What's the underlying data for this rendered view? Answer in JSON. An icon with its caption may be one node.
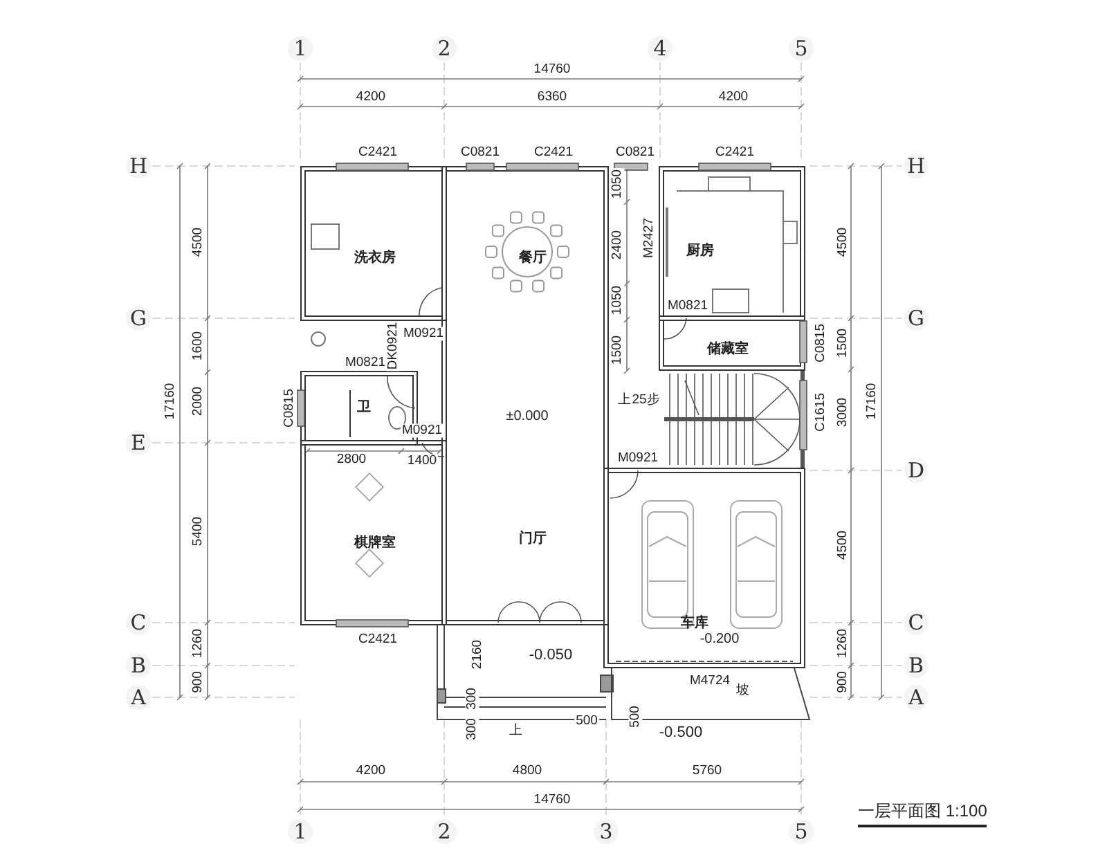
{
  "diagram": {
    "title": "一层平面图 1:100",
    "nodes": [
      {
        "text": [
          "洗衣房"
        ]
      },
      {
        "text": [
          "餐厅",
          "±0.000",
          "门厅"
        ]
      },
      {
        "text": [
          "厨房"
        ]
      },
      {
        "text": [
          "储藏室"
        ]
      },
      {
        "text": [
          "卫"
        ]
      },
      {
        "text": [
          "棋牌室"
        ]
      },
      {
        "text": [
          "车库",
          "-0.200"
        ]
      }
    ],
    "labels": [
      "1",
      "2",
      "4",
      "5",
      "14760",
      "4200",
      "6360",
      "4200",
      "C2421",
      "C0821",
      "C2421",
      "C0821",
      "C2421",
      "H",
      "1050",
      "H",
      "4500",
      "2400",
      "M2427",
      "4500",
      "G",
      "1050",
      "M0821",
      "G",
      "1600",
      "M0821",
      "DK0921",
      "M0921",
      "1500",
      "C0815",
      "1500",
      "17160",
      "2000",
      "C0815",
      "上25步",
      "C1615",
      "3000",
      "17160",
      "E",
      "M0921",
      "2800",
      "1400",
      "M0921",
      "D",
      "5400",
      "4500",
      "C",
      "1260",
      "C2421",
      "2160",
      "-0.050",
      "1260",
      "C",
      "B",
      "900",
      "M4724",
      "坡",
      "900",
      "B",
      "A",
      "300",
      "A",
      "300",
      "上",
      "500",
      "500",
      "-0.500",
      "4200",
      "4800",
      "5760",
      "14760",
      "1",
      "2",
      "3",
      "5"
    ]
  }
}
